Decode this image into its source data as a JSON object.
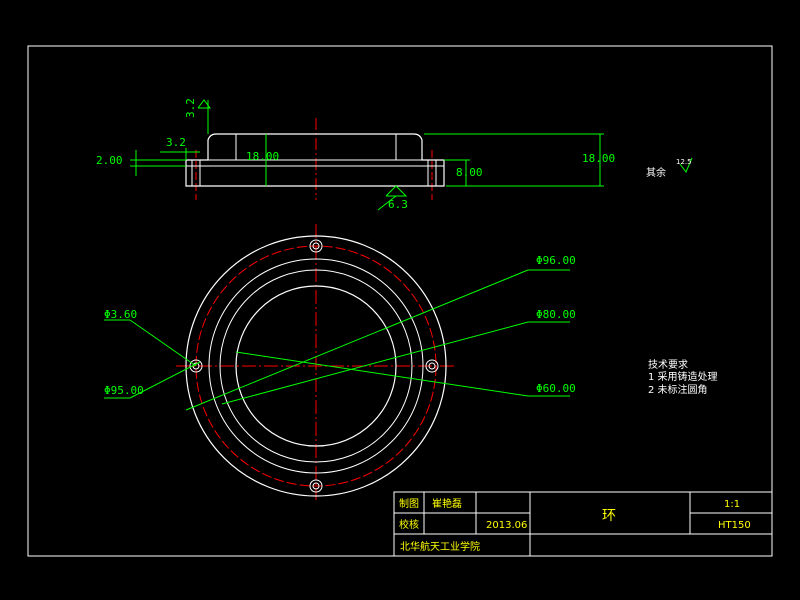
{
  "colors": {
    "background": "#000000",
    "outline": "#ffffff",
    "dimension": "#00ff00",
    "centerline": "#ff0000",
    "title_text": "#ffff00"
  },
  "section_view": {
    "dims": {
      "left_width": "2.00",
      "step": "3.2",
      "roughness_top": "3.2",
      "height_mid": "18.00",
      "height_right": "18.00",
      "height_small": "8.00",
      "bottom_roughness": "6.3",
      "rest_roughness": "12.5"
    },
    "rest_label": "其余"
  },
  "plan_view": {
    "dims": {
      "hole_dia": "Φ3.60",
      "bolt_circle": "Φ95.00",
      "outer_dia": "Φ96.00",
      "mid_dia": "Φ80.00",
      "inner_dia": "Φ60.00"
    }
  },
  "tech_requirements": {
    "heading": "技术要求",
    "items": [
      "1 采用铸造处理",
      "2 未标注圆角"
    ]
  },
  "title_block": {
    "drawn_label": "制图",
    "drawn_by": "崔艳磊",
    "checked_label": "校核",
    "date": "2013.06",
    "part_name": "环",
    "scale": "1:1",
    "material": "HT150",
    "institution": "北华航天工业学院"
  }
}
